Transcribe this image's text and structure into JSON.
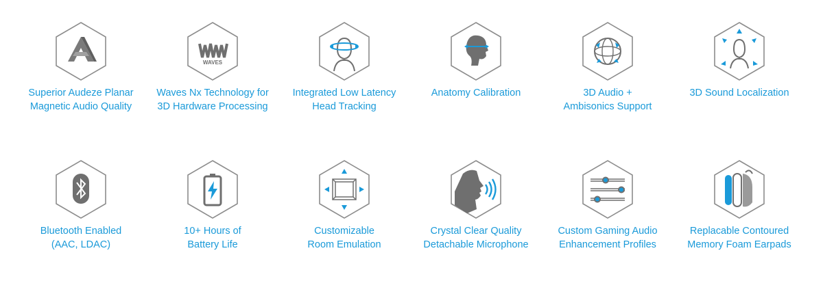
{
  "accent_color": "#1a9ad9",
  "icon_gray": "#808080",
  "features": [
    {
      "icon": "audeze-logo-icon",
      "lines": [
        "Superior Audeze Planar",
        "Magnetic Audio Quality"
      ]
    },
    {
      "icon": "waves-logo-icon",
      "logo_text": "WAVES",
      "lines": [
        "Waves Nx Technology for",
        "3D Hardware Processing"
      ]
    },
    {
      "icon": "head-tracking-icon",
      "lines": [
        "Integrated Low Latency",
        "Head Tracking"
      ]
    },
    {
      "icon": "anatomy-profile-icon",
      "lines": [
        "Anatomy Calibration"
      ]
    },
    {
      "icon": "sphere-icon",
      "lines": [
        "3D Audio +",
        "Ambisonics Support"
      ]
    },
    {
      "icon": "sound-localization-icon",
      "lines": [
        "3D Sound Localization"
      ]
    },
    {
      "icon": "bluetooth-icon",
      "lines": [
        "Bluetooth Enabled",
        "(AAC, LDAC)"
      ]
    },
    {
      "icon": "battery-icon",
      "lines": [
        "10+ Hours of",
        "Battery Life"
      ]
    },
    {
      "icon": "room-cube-icon",
      "lines": [
        "Customizable",
        "Room Emulation"
      ]
    },
    {
      "icon": "microphone-face-icon",
      "lines": [
        "Crystal Clear Quality",
        "Detachable Microphone"
      ]
    },
    {
      "icon": "equalizer-sliders-icon",
      "lines": [
        "Custom Gaming Audio",
        "Enhancement Profiles"
      ]
    },
    {
      "icon": "earpads-icon",
      "lines": [
        "Replacable Contoured",
        "Memory Foam Earpads"
      ]
    }
  ]
}
